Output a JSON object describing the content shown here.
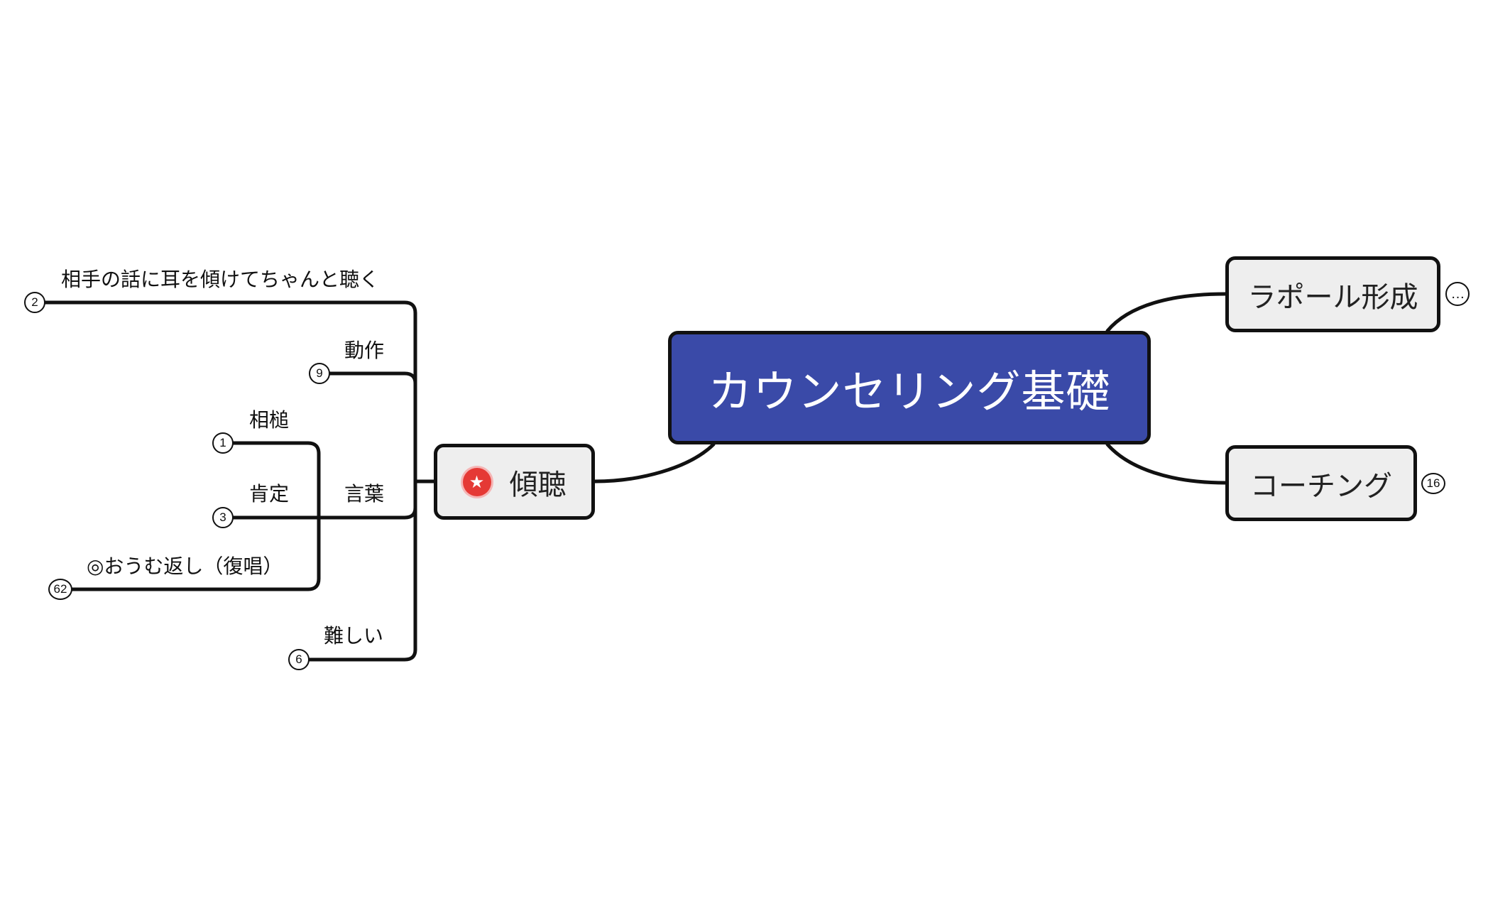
{
  "central": {
    "title": "カウンセリング基礎"
  },
  "topics": {
    "keicho": {
      "label": "傾聴",
      "marker": "star-icon"
    },
    "rapport": {
      "label": "ラポール形成",
      "collapsed": "…"
    },
    "coaching": {
      "label": "コーチング",
      "count": "16"
    }
  },
  "branches": {
    "listen": {
      "label": "相手の話に耳を傾けてちゃんと聴く",
      "count": "2"
    },
    "dosa": {
      "label": "動作",
      "count": "9"
    },
    "kotoba": {
      "label": "言葉"
    },
    "aizuchi": {
      "label": "相槌",
      "count": "1"
    },
    "kotei": {
      "label": "肯定",
      "count": "3"
    },
    "oumu": {
      "label": "◎おうむ返し（復唱）",
      "count": "62"
    },
    "muzukashii": {
      "label": "難しい",
      "count": "6"
    }
  },
  "colors": {
    "central_fill": "#3a4aa8",
    "topic_fill": "#eeeeee",
    "line": "#111111",
    "star": "#e53935"
  }
}
